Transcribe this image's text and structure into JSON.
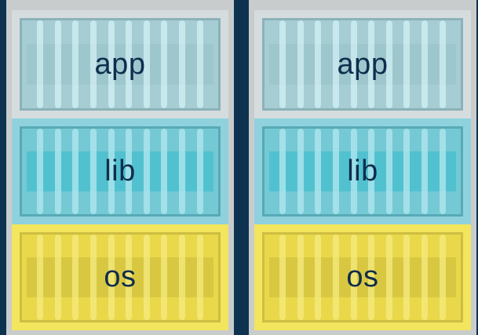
{
  "stacks": [
    {
      "layers": [
        {
          "name": "app"
        },
        {
          "name": "lib"
        },
        {
          "name": "os"
        }
      ]
    },
    {
      "layers": [
        {
          "name": "app"
        },
        {
          "name": "lib"
        },
        {
          "name": "os"
        }
      ]
    }
  ],
  "colors": {
    "background": "#0e3350",
    "frame": "#c9cccd",
    "app": "#a6cdd3",
    "lib": "#74c9d4",
    "os": "#e9d84a",
    "text": "#0f2d4d"
  },
  "icons": [
    "container-slats"
  ]
}
